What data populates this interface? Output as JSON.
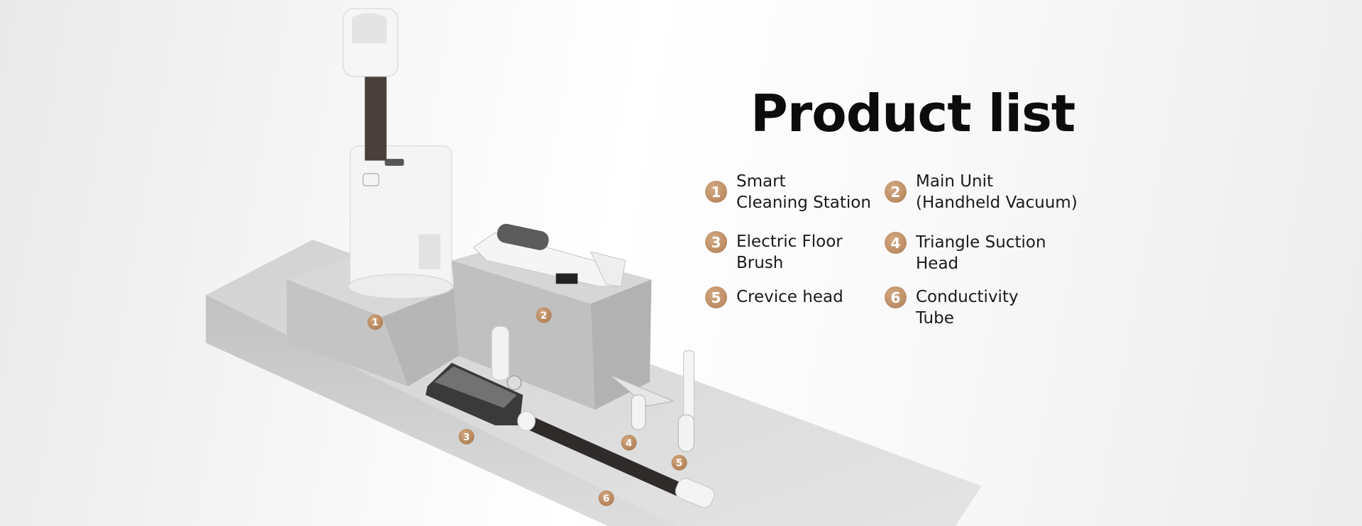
{
  "title": "Product list",
  "accent_color": "#b88a60",
  "items": [
    {
      "number": "1",
      "label": "Smart\nCleaning Station"
    },
    {
      "number": "2",
      "label": "Main Unit\n(Handheld Vacuum)"
    },
    {
      "number": "3",
      "label": " Electric Floor\nBrush"
    },
    {
      "number": "4",
      "label": "Triangle Suction\nHead"
    },
    {
      "number": "5",
      "label": "Crevice head"
    },
    {
      "number": "6",
      "label": "Conductivity\nTube"
    }
  ]
}
